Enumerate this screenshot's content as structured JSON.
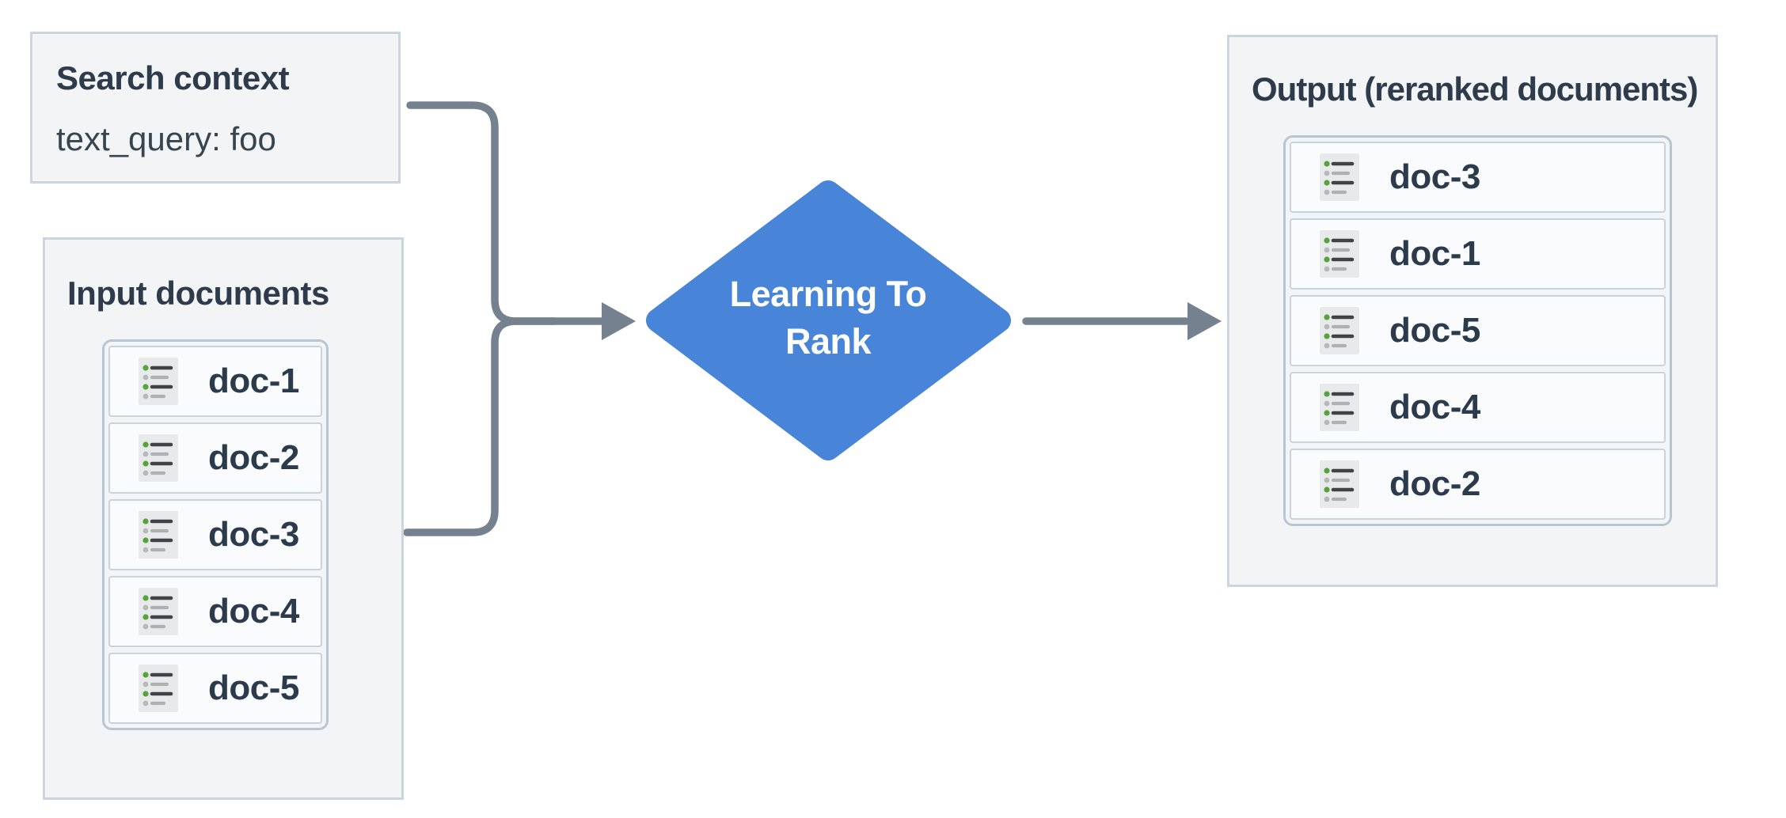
{
  "search_context": {
    "title": "Search context",
    "query": "text_query: foo"
  },
  "input_documents": {
    "title": "Input documents",
    "docs": [
      "doc-1",
      "doc-2",
      "doc-3",
      "doc-4",
      "doc-5"
    ]
  },
  "ranker": {
    "line1": "Learning To",
    "line2": "Rank"
  },
  "output": {
    "title": "Output (reranked documents)",
    "docs": [
      "doc-3",
      "doc-1",
      "doc-5",
      "doc-4",
      "doc-2"
    ]
  },
  "icons": {
    "doc_icon": "list-icon"
  },
  "colors": {
    "diamond_blue": "#4884d8",
    "connector_gray": "#76818f",
    "panel_bg": "#f2f4f6",
    "panel_border": "#ccd5de",
    "title_text": "#2d3b4b",
    "row_bg": "#fafbfc",
    "row_border": "#c9d3dc",
    "list_border": "#b7c6d2",
    "icon_bg": "#e8e9ea",
    "icon_dark_line": "#3f4347",
    "icon_gray_line": "#aeb1b4",
    "icon_green_dot": "#55a33b",
    "icon_gray_dot": "#b6b9bb"
  }
}
